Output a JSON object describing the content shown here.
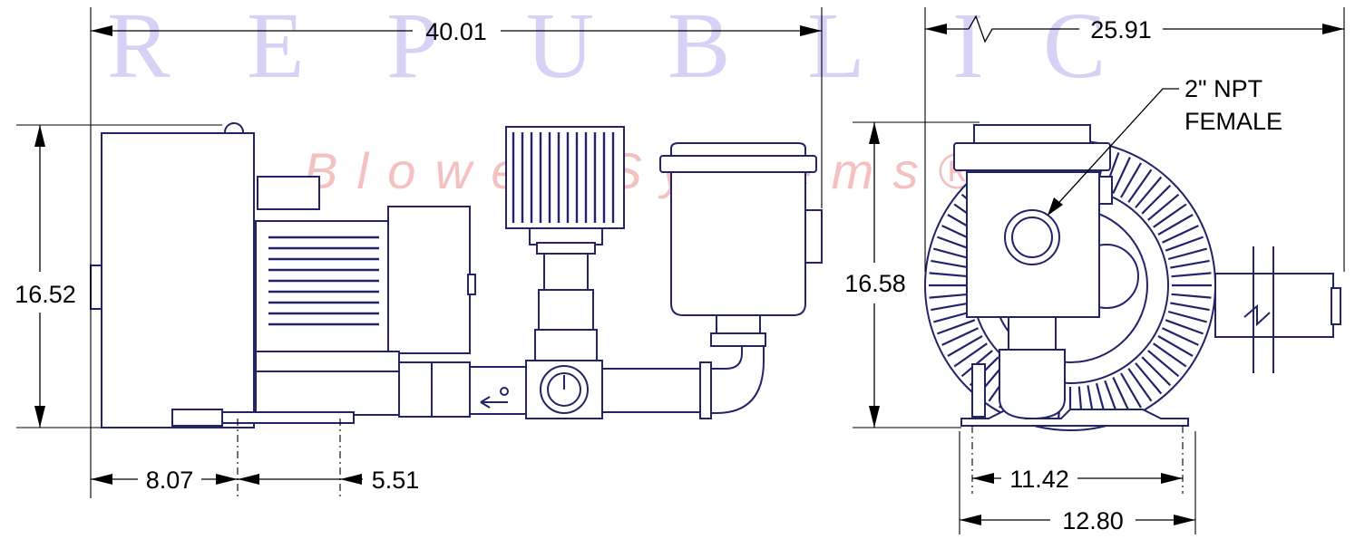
{
  "watermark": {
    "brand_letters": [
      "R",
      "E",
      "P",
      "U",
      "B",
      "L",
      "I",
      "C"
    ],
    "subtitle": "Blower Systems®",
    "color_main": "#d6d2f5",
    "color_sub": "#f4c0c0"
  },
  "dimensions": {
    "overall_length": "40.01",
    "side_height": "16.52",
    "base_offset": "8.07",
    "base_span": "5.51",
    "end_width": "25.91",
    "end_height": "16.58",
    "foot_inner": "11.42",
    "foot_outer": "12.80"
  },
  "callout": {
    "line1": "2\" NPT",
    "line2": "FEMALE"
  },
  "colors": {
    "outline": "#23236a",
    "dimension": "#000000"
  }
}
